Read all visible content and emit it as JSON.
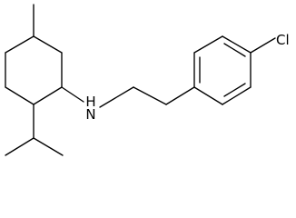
{
  "molecule": {
    "atom_labels": {
      "nitrogen": "H\nN",
      "nitrogen_h": "H",
      "nitrogen_n": "N",
      "chlorine": "Cl"
    },
    "colors": {
      "bond": "#000000",
      "background": "#ffffff"
    },
    "fragments": [
      "cyclohexane-ring",
      "isopropyl-group",
      "methyl-group",
      "ethyl-linker",
      "benzene-ring",
      "chloro-substituent"
    ]
  }
}
